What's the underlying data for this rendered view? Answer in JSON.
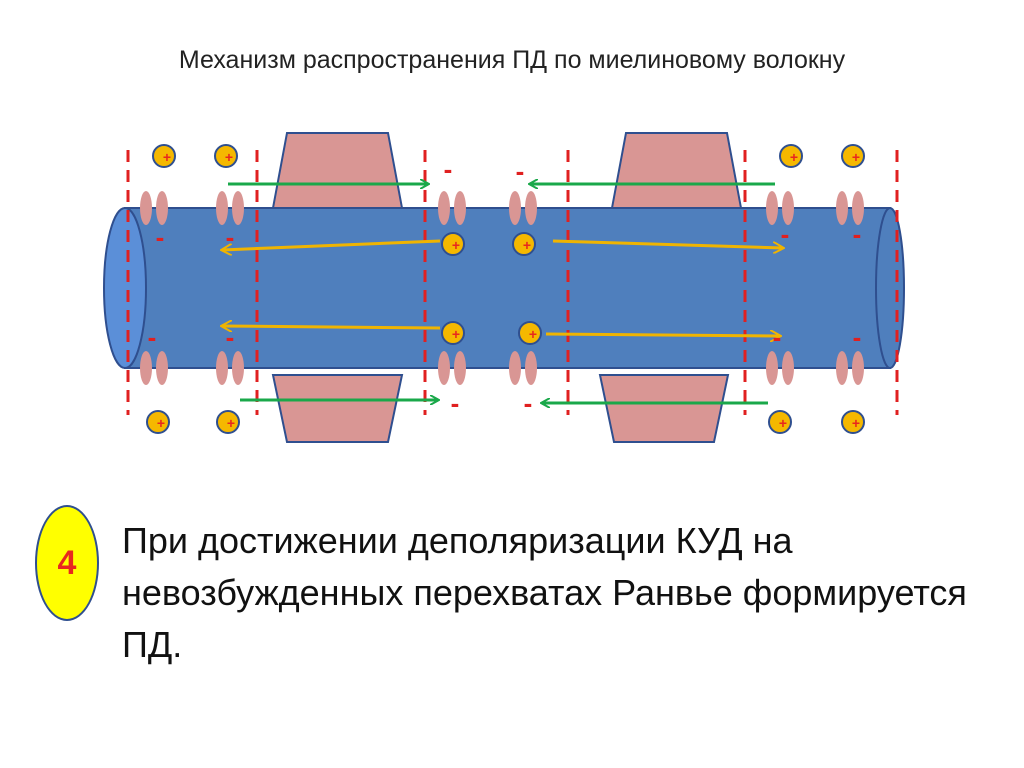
{
  "slide": {
    "title": "Механизм распространения ПД по миелиновому волокну",
    "step_number": "4",
    "text": "При достижении деполяризации КУД на невозбужденных перехватах Ранвье формируется ПД."
  },
  "diagram": {
    "plus_sign": "+",
    "minus_sign": "-"
  },
  "colors": {
    "axon": "#4f7fbd",
    "myelin": "#d99694",
    "ion": "#f5b800",
    "plus": "#e8281e",
    "boundary": "#e02020",
    "green_arrow": "#1aa84a",
    "yellow_arrow": "#f0b400"
  }
}
